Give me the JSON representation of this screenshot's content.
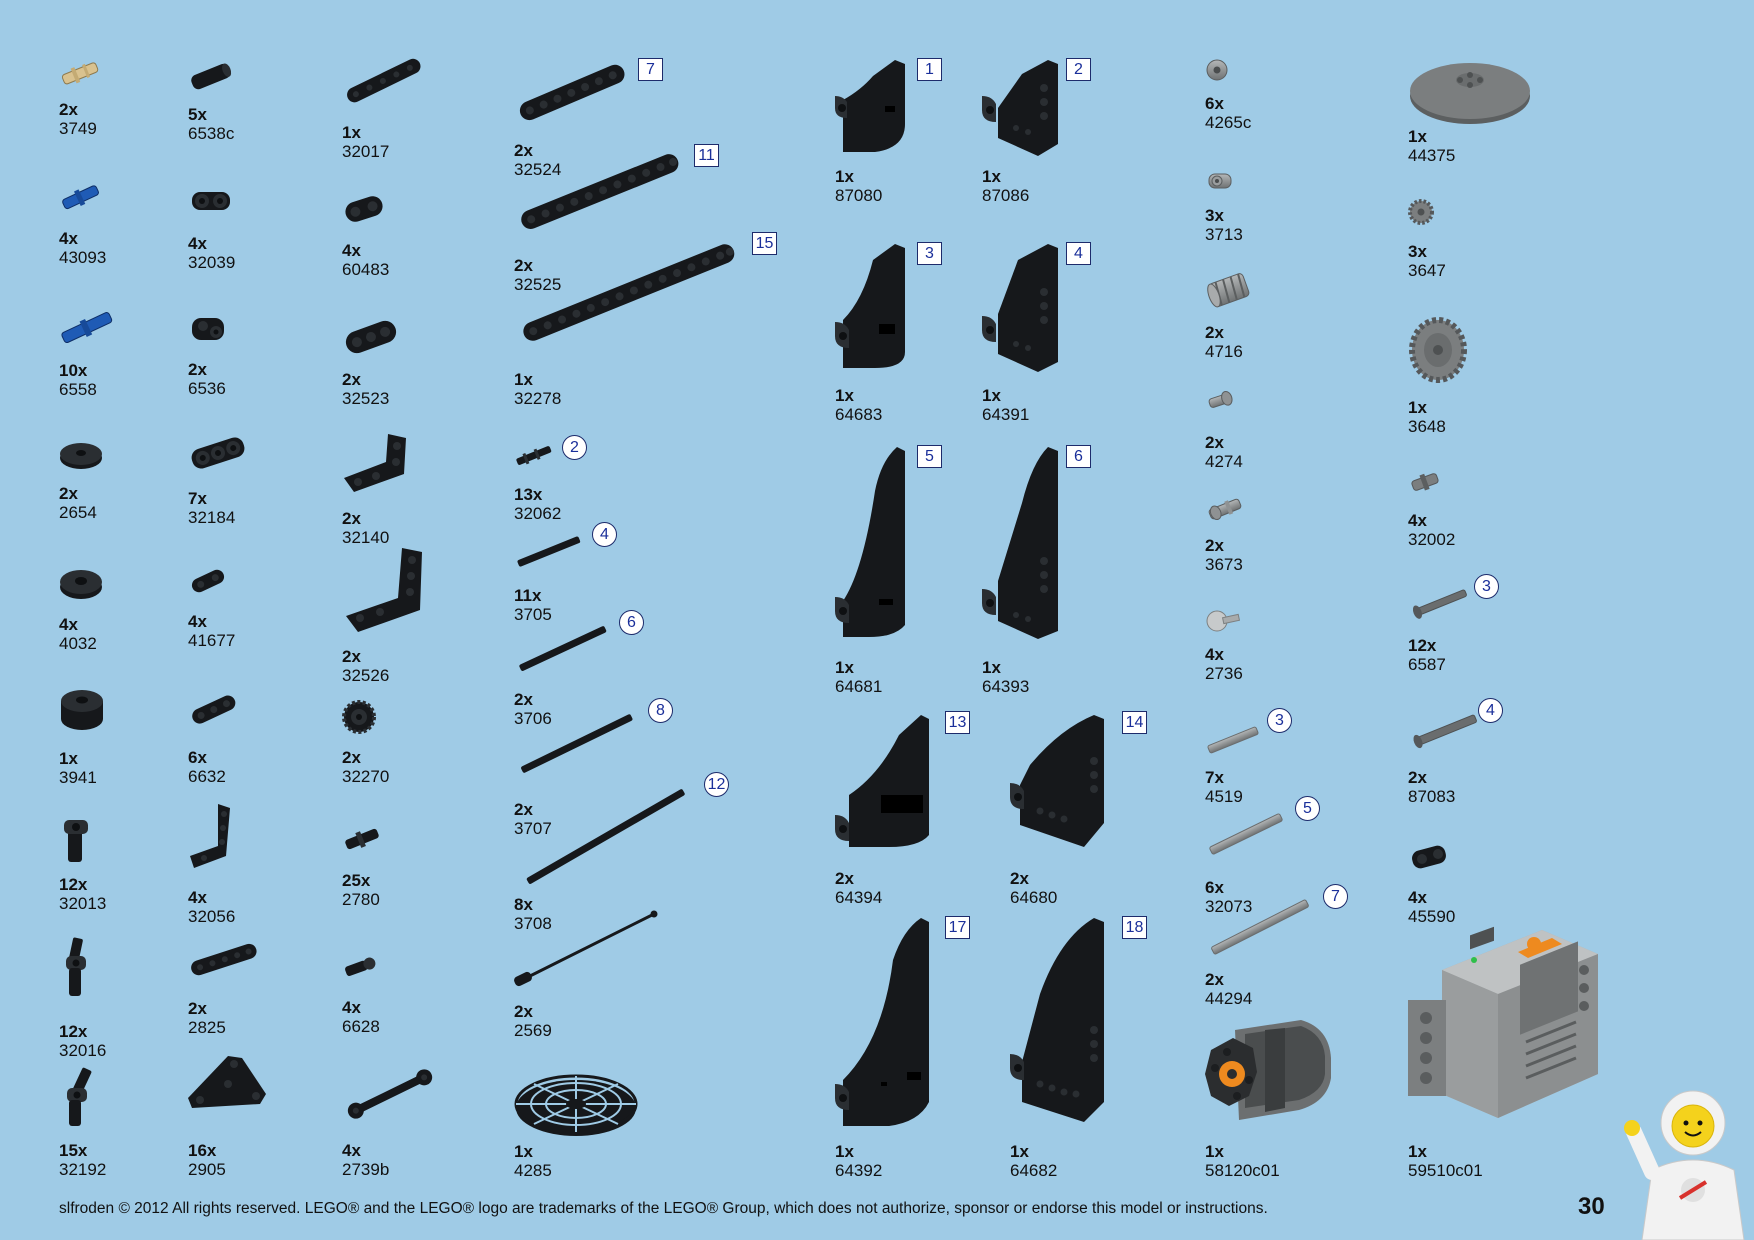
{
  "parts": [
    {
      "qty": "2x",
      "num": "3749",
      "icon": "pin-axle-icon"
    },
    {
      "qty": "4x",
      "num": "43093",
      "icon": "axle-pin-blue-icon"
    },
    {
      "qty": "10x",
      "num": "6558",
      "icon": "long-pin-blue-icon"
    },
    {
      "qty": "2x",
      "num": "2654",
      "icon": "round-plate-icon"
    },
    {
      "qty": "4x",
      "num": "4032",
      "icon": "round-plate-icon"
    },
    {
      "qty": "1x",
      "num": "3941",
      "icon": "round-brick-icon"
    },
    {
      "qty": "12x",
      "num": "32013",
      "icon": "angle-connector-icon"
    },
    {
      "qty": "12x",
      "num": "32016",
      "icon": "angle-connector-icon"
    },
    {
      "qty": "15x",
      "num": "32192",
      "icon": "angle-connector-icon"
    },
    {
      "qty": "5x",
      "num": "6538c",
      "icon": "axle-connector-icon"
    },
    {
      "qty": "4x",
      "num": "32039",
      "icon": "cross-block-icon"
    },
    {
      "qty": "2x",
      "num": "6536",
      "icon": "cross-block-icon"
    },
    {
      "qty": "7x",
      "num": "32184",
      "icon": "cross-block-icon"
    },
    {
      "qty": "4x",
      "num": "41677",
      "icon": "thin-beam-icon"
    },
    {
      "qty": "6x",
      "num": "6632",
      "icon": "thin-beam-icon"
    },
    {
      "qty": "4x",
      "num": "32056",
      "icon": "thin-l-beam-icon"
    },
    {
      "qty": "2x",
      "num": "2825",
      "icon": "thin-beam-icon"
    },
    {
      "qty": "16x",
      "num": "2905",
      "icon": "triangle-beam-icon"
    },
    {
      "qty": "1x",
      "num": "32017",
      "icon": "thin-beam-icon"
    },
    {
      "qty": "4x",
      "num": "60483",
      "icon": "beam-2-icon"
    },
    {
      "qty": "2x",
      "num": "32523",
      "icon": "beam-3-icon"
    },
    {
      "qty": "2x",
      "num": "32140",
      "icon": "l-beam-icon"
    },
    {
      "qty": "2x",
      "num": "32526",
      "icon": "l-beam-icon"
    },
    {
      "qty": "2x",
      "num": "32270",
      "icon": "gear-icon"
    },
    {
      "qty": "25x",
      "num": "2780",
      "icon": "pin-icon"
    },
    {
      "qty": "4x",
      "num": "6628",
      "icon": "tow-ball-pin-icon"
    },
    {
      "qty": "4x",
      "num": "2739b",
      "icon": "steering-link-icon"
    },
    {
      "qty": "2x",
      "num": "32524",
      "icon": "liftarm-icon",
      "len": "7",
      "lenShape": "sq"
    },
    {
      "qty": "2x",
      "num": "32525",
      "icon": "liftarm-icon",
      "len": "11",
      "lenShape": "sq"
    },
    {
      "qty": "1x",
      "num": "32278",
      "icon": "liftarm-icon",
      "len": "15",
      "lenShape": "sq"
    },
    {
      "qty": "13x",
      "num": "32062",
      "icon": "axle-icon",
      "len": "2",
      "lenShape": "ci"
    },
    {
      "qty": "11x",
      "num": "3705",
      "icon": "axle-icon",
      "len": "4",
      "lenShape": "ci"
    },
    {
      "qty": "2x",
      "num": "3706",
      "icon": "axle-icon",
      "len": "6",
      "lenShape": "ci"
    },
    {
      "qty": "2x",
      "num": "3707",
      "icon": "axle-icon",
      "len": "8",
      "lenShape": "ci"
    },
    {
      "qty": "8x",
      "num": "3708",
      "icon": "axle-icon",
      "len": "12",
      "lenShape": "ci"
    },
    {
      "qty": "2x",
      "num": "2569",
      "icon": "antenna-icon"
    },
    {
      "qty": "1x",
      "num": "4285",
      "icon": "radar-dish-icon"
    },
    {
      "qty": "1x",
      "num": "87080",
      "icon": "panel-icon",
      "len": "1",
      "lenShape": "sq"
    },
    {
      "qty": "1x",
      "num": "87086",
      "icon": "panel-icon",
      "len": "2",
      "lenShape": "sq"
    },
    {
      "qty": "1x",
      "num": "64683",
      "icon": "panel-icon",
      "len": "3",
      "lenShape": "sq"
    },
    {
      "qty": "1x",
      "num": "64391",
      "icon": "panel-icon",
      "len": "4",
      "lenShape": "sq"
    },
    {
      "qty": "1x",
      "num": "64681",
      "icon": "panel-icon",
      "len": "5",
      "lenShape": "sq"
    },
    {
      "qty": "1x",
      "num": "64393",
      "icon": "panel-icon",
      "len": "6",
      "lenShape": "sq"
    },
    {
      "qty": "2x",
      "num": "64394",
      "icon": "panel-icon",
      "len": "13",
      "lenShape": "sq"
    },
    {
      "qty": "2x",
      "num": "64680",
      "icon": "panel-icon",
      "len": "14",
      "lenShape": "sq"
    },
    {
      "qty": "1x",
      "num": "64392",
      "icon": "panel-icon",
      "len": "17",
      "lenShape": "sq"
    },
    {
      "qty": "1x",
      "num": "64682",
      "icon": "panel-icon",
      "len": "18",
      "lenShape": "sq"
    },
    {
      "qty": "6x",
      "num": "4265c",
      "icon": "bush-icon"
    },
    {
      "qty": "3x",
      "num": "3713",
      "icon": "bush-icon"
    },
    {
      "qty": "2x",
      "num": "4716",
      "icon": "worm-gear-icon"
    },
    {
      "qty": "2x",
      "num": "4274",
      "icon": "pin-icon"
    },
    {
      "qty": "2x",
      "num": "3673",
      "icon": "pin-icon"
    },
    {
      "qty": "4x",
      "num": "2736",
      "icon": "axle-ball-icon"
    },
    {
      "qty": "7x",
      "num": "4519",
      "icon": "grey-axle-icon",
      "len": "3",
      "lenShape": "ci"
    },
    {
      "qty": "6x",
      "num": "32073",
      "icon": "grey-axle-icon",
      "len": "5",
      "lenShape": "ci"
    },
    {
      "qty": "2x",
      "num": "44294",
      "icon": "grey-axle-icon",
      "len": "7",
      "lenShape": "ci"
    },
    {
      "qty": "1x",
      "num": "58120c01",
      "icon": "motor-icon"
    },
    {
      "qty": "1x",
      "num": "44375",
      "icon": "dish-icon"
    },
    {
      "qty": "3x",
      "num": "3647",
      "icon": "gear-icon"
    },
    {
      "qty": "1x",
      "num": "3648",
      "icon": "gear-icon"
    },
    {
      "qty": "4x",
      "num": "32002",
      "icon": "pin-icon"
    },
    {
      "qty": "12x",
      "num": "6587",
      "icon": "stud-axle-icon",
      "len": "3",
      "lenShape": "ci"
    },
    {
      "qty": "2x",
      "num": "87083",
      "icon": "stud-axle-icon",
      "len": "4",
      "lenShape": "ci"
    },
    {
      "qty": "4x",
      "num": "45590",
      "icon": "connector-icon"
    },
    {
      "qty": "1x",
      "num": "59510c01",
      "icon": "battery-box-icon"
    }
  ],
  "footer": "slfroden © 2012 All rights reserved.  LEGO® and the LEGO® logo are trademarks of the LEGO® Group, which does not authorize, sponsor or endorse this model or instructions.",
  "page_number": "30",
  "colors": {
    "background": "#9fcbe6",
    "part_black": "#16181b",
    "part_grey": "#8a8d8e",
    "part_blue": "#1f5bb5",
    "part_tan": "#d9c28f",
    "part_orange": "#ee8a1f",
    "length_label": "#1a2f9a"
  }
}
